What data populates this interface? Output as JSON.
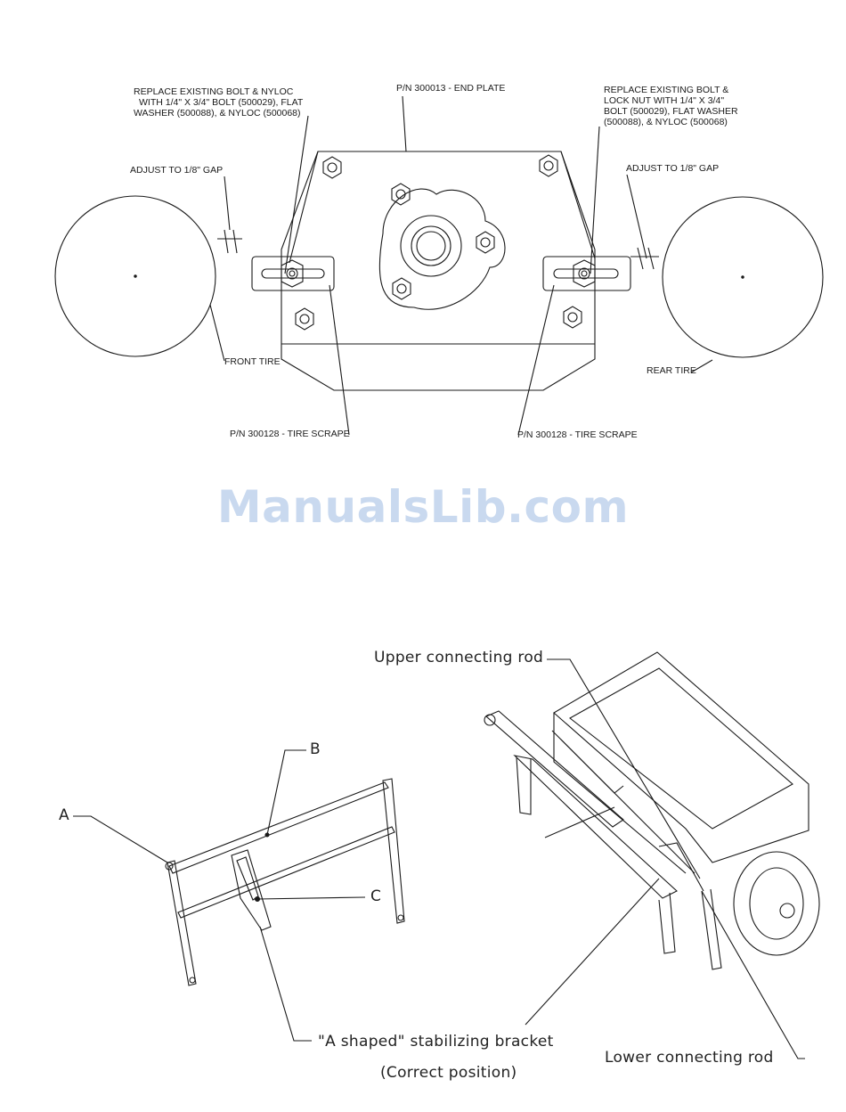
{
  "top_diagram": {
    "left_callout": [
      "REPLACE EXISTING BOLT & NYLOC",
      "WITH 1/4\" x 3/4\" BOLT (500029), FLAT",
      "WASHER (500088), & NYLOC (500068)"
    ],
    "end_plate": "P/N 300013 - END PLATE",
    "right_callout": [
      "REPLACE EXISTING BOLT &",
      "LOCK NUT WITH 1/4\" x 3/4\"",
      "BOLT (500029), FLAT WASHER",
      "(500088), & NYLOC (500068)"
    ],
    "adjust_left": "ADJUST TO 1/8\" GAP",
    "adjust_right": "ADJUST TO 1/8\" GAP",
    "front_tire": "FRONT TIRE",
    "rear_tire": "REAR TIRE",
    "scrape_left": "P/N 300128 - TIRE SCRAPE",
    "scrape_right": "P/N 300128 - TIRE SCRAPE"
  },
  "watermark": "ManualsLib.com",
  "bottom_diagram": {
    "label_a": "A",
    "label_b": "B",
    "label_c": "C",
    "upper_rod": "Upper connecting rod",
    "lower_rod": "Lower connecting rod",
    "bracket": "\"A shaped\" stabilizing bracket",
    "position": "(Correct position)"
  }
}
